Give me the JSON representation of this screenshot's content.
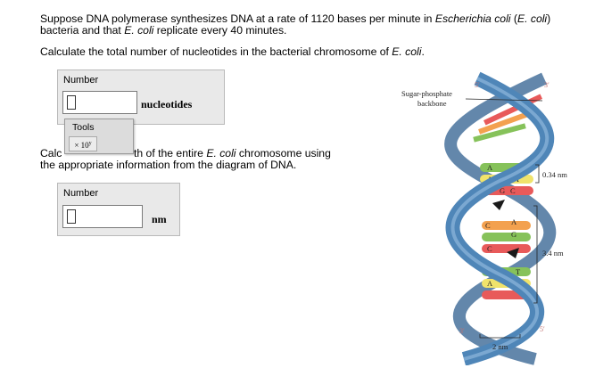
{
  "question": {
    "line1_pre": "Suppose DNA polymerase synthesizes DNA at a rate of 1120 bases per minute in ",
    "line1_italic1": "Escherichia coli",
    "line1_mid": " (",
    "line1_italic2": "E. coli",
    "line1_post": ")",
    "line2_pre": "bacteria and that ",
    "line2_italic": "E. coli",
    "line2_post": " replicate every 40 minutes.",
    "part1_pre": "Calculate the total number of nucleotides in the bacterial chromosome of ",
    "part1_italic": "E. coli",
    "part1_post": ".",
    "part2_line1_a": "Calc",
    "part2_line1_b": "th of the entire ",
    "part2_line1_italic": "E. coli",
    "part2_line1_c": " chromosome using",
    "part2_line2": "the appropriate information from the diagram of DNA."
  },
  "answer1": {
    "label": "Number",
    "value": "",
    "unit": "nucleotides"
  },
  "tools": {
    "label": "Tools",
    "button": "× 10",
    "button_sup": "y"
  },
  "answer2": {
    "label": "Number",
    "value": "",
    "unit": "nm"
  },
  "diagram": {
    "backbone_label_1": "Sugar-phosphate",
    "backbone_label_2": "backbone",
    "five_prime_top": "5′",
    "three_prime_top": "3′",
    "three_prime_bottom": "3′",
    "five_prime_bottom": "5′",
    "rise": "0.34 nm",
    "pitch": "3.4 nm",
    "width": "2 nm",
    "base_A": "A",
    "base_T": "T",
    "base_G": "G",
    "base_C": "C"
  },
  "colors": {
    "strand": "#4f86b8",
    "strand_dark": "#2f5f8f",
    "A": "#86c25a",
    "T": "#f0e36b",
    "G": "#e85a5a",
    "C": "#f3a14f"
  }
}
